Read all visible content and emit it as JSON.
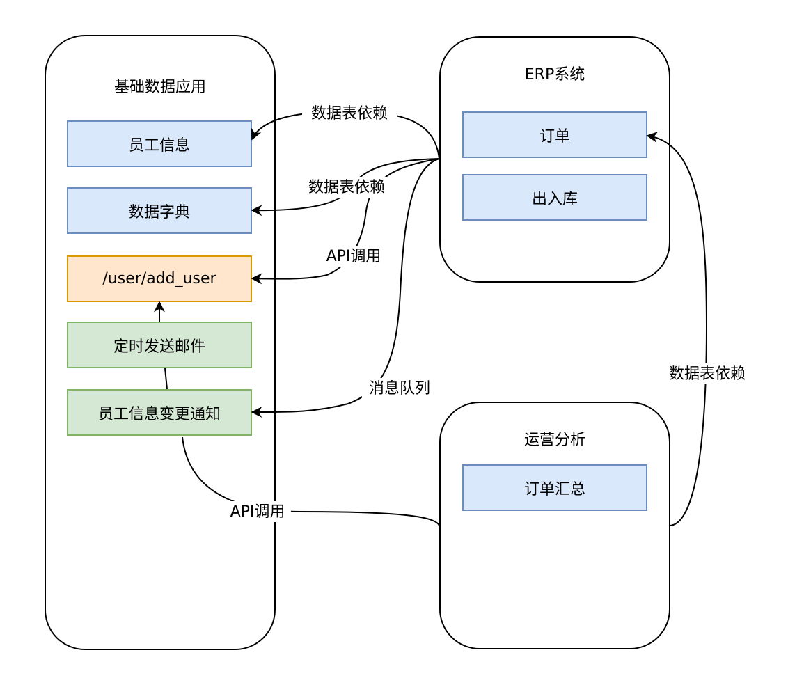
{
  "containers": {
    "base": {
      "title": "基础数据应用"
    },
    "erp": {
      "title": "ERP系统"
    },
    "ops": {
      "title": "运营分析"
    }
  },
  "nodes": {
    "employee_info": "员工信息",
    "data_dictionary": "数据字典",
    "add_user_api": "/user/add_user",
    "scheduled_email": "定时发送邮件",
    "employee_change_notice": "员工信息变更通知",
    "order": "订单",
    "inbound_outbound": "出入库",
    "order_summary": "订单汇总"
  },
  "edges": {
    "e1": "数据表依赖",
    "e2": "数据表依赖",
    "e3": "API调用",
    "e4": "消息队列",
    "e5": "API调用",
    "e6": "数据表依赖"
  },
  "colors": {
    "blue_fill": "#dae8fc",
    "blue_stroke": "#6c8ebf",
    "orange_fill": "#ffe6cc",
    "orange_stroke": "#d79b00",
    "green_fill": "#d5e8d4",
    "green_stroke": "#82b366"
  }
}
